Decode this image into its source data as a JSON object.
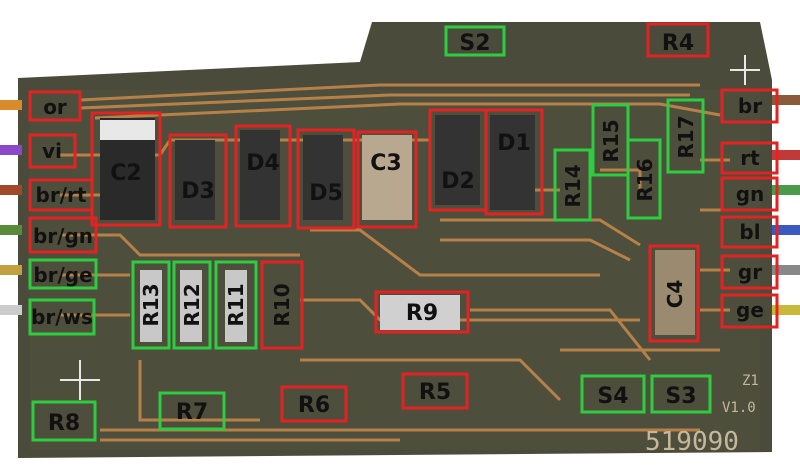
{
  "board": {
    "silkscreen": [
      "Z1",
      "V1.0",
      "519090"
    ],
    "colors": {
      "board": "#4a4a3a",
      "trace": "#c98a4a",
      "red_marker": "#e32222",
      "green_marker": "#2ecc40"
    }
  },
  "wire_labels_left": [
    "or",
    "vi",
    "br/rt",
    "br/gn",
    "br/ge",
    "br/ws"
  ],
  "wire_labels_right": [
    "br",
    "rt",
    "gn",
    "bl",
    "gr",
    "ge"
  ],
  "components": {
    "S2": "S2",
    "R4": "R4",
    "C2": "C2",
    "D3": "D3",
    "D4": "D4",
    "D5": "D5",
    "C3": "C3",
    "D2": "D2",
    "D1": "D1",
    "R14": "R14",
    "R15": "R15",
    "R16": "R16",
    "R17": "R17",
    "C4": "C4",
    "R13": "R13",
    "R12": "R12",
    "R11": "R11",
    "R10": "R10",
    "R9": "R9",
    "R8": "R8",
    "R7": "R7",
    "R6": "R6",
    "R5": "R5",
    "S4": "S4",
    "S3": "S3"
  }
}
